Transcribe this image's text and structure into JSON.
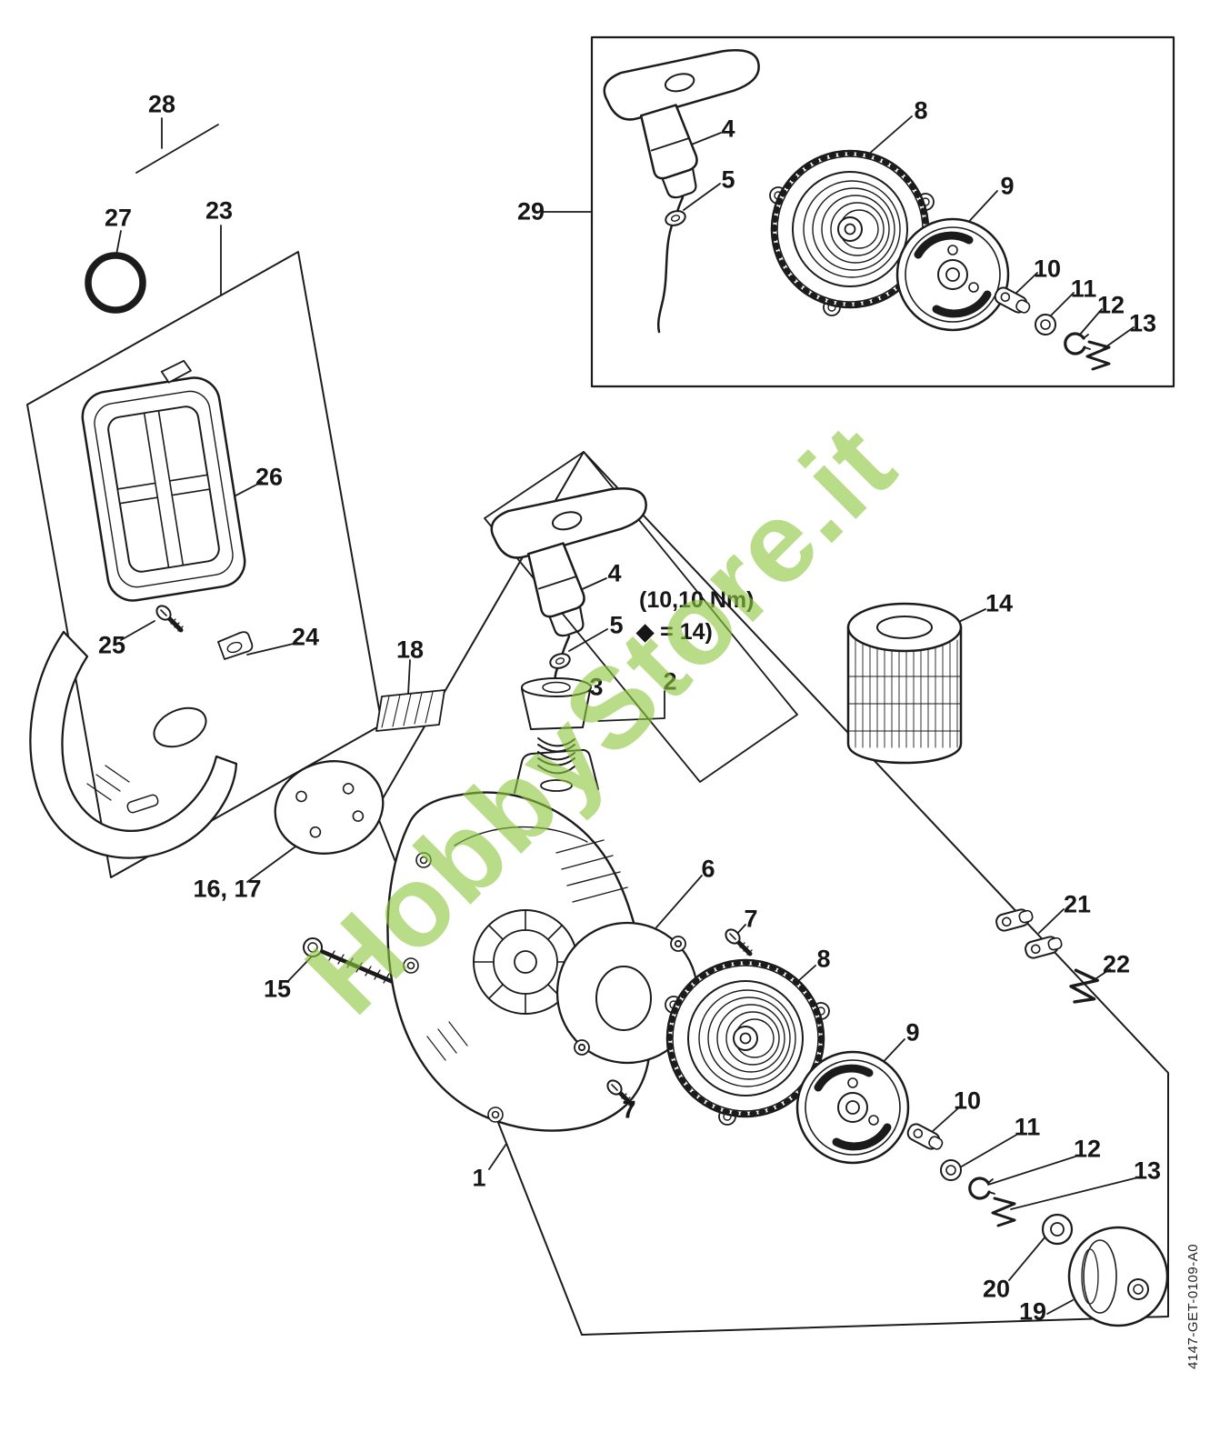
{
  "watermark": "HobbyStore.it",
  "doc_code": "4147-GET-0109-A0",
  "note": {
    "line1": "(10,10 Nm)",
    "line2": "◆ = 14)"
  },
  "callouts": [
    {
      "text": "28"
    },
    {
      "text": "27"
    },
    {
      "text": "23"
    },
    {
      "text": "26"
    },
    {
      "text": "25"
    },
    {
      "text": "24"
    },
    {
      "text": "18"
    },
    {
      "text": "16, 17"
    },
    {
      "text": "15"
    },
    {
      "text": "29"
    },
    {
      "text": "4"
    },
    {
      "text": "5"
    },
    {
      "text": "8"
    },
    {
      "text": "9"
    },
    {
      "text": "10"
    },
    {
      "text": "11"
    },
    {
      "text": "12"
    },
    {
      "text": "13"
    },
    {
      "text": "4"
    },
    {
      "text": "5"
    },
    {
      "text": "3"
    },
    {
      "text": "2"
    },
    {
      "text": "6"
    },
    {
      "text": "7"
    },
    {
      "text": "7"
    },
    {
      "text": "8"
    },
    {
      "text": "9"
    },
    {
      "text": "10"
    },
    {
      "text": "11"
    },
    {
      "text": "12"
    },
    {
      "text": "13"
    },
    {
      "text": "14"
    },
    {
      "text": "21"
    },
    {
      "text": "22"
    },
    {
      "text": "20"
    },
    {
      "text": "19"
    },
    {
      "text": "1"
    }
  ]
}
